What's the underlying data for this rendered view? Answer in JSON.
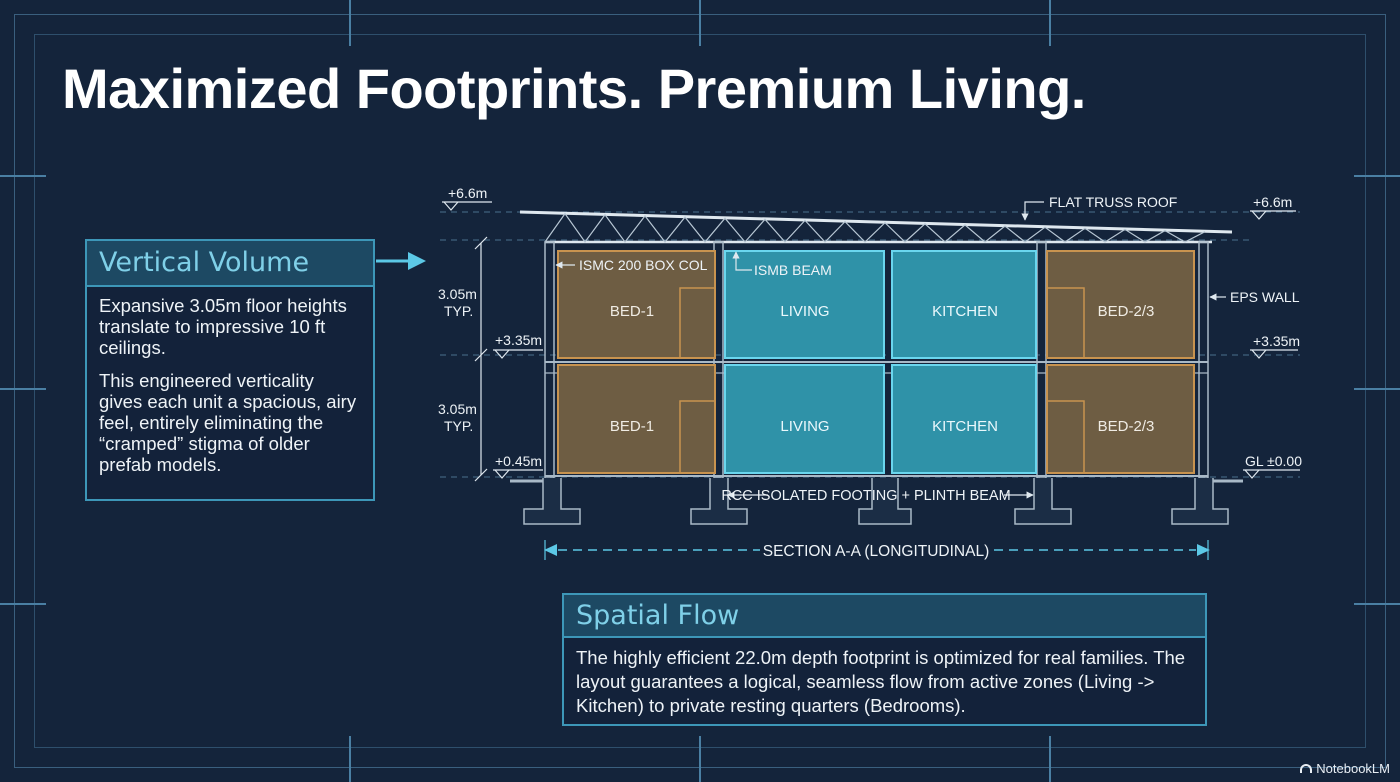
{
  "title": "Maximized Footprints. Premium Living.",
  "vertical_card": {
    "heading": "Vertical Volume",
    "para1": "Expansive 3.05m floor heights translate to impressive 10 ft ceilings.",
    "para2": "This engineered verticality gives each unit a spacious, airy feel, entirely eliminating the “cramped” stigma of older prefab models."
  },
  "spatial_card": {
    "heading": "Spatial Flow",
    "body": "The highly efficient 22.0m depth footprint is optimized for real families. The layout guarantees a logical, seamless flow from active zones (Living -> Kitchen) to private resting quarters (Bedrooms)."
  },
  "drawing": {
    "levels": {
      "top_left": "+6.6m",
      "top_right": "+6.6m",
      "mid_left": "+3.35m",
      "mid_right": "+3.35m",
      "plinth": "+0.45m",
      "ground": "GL ±0.00"
    },
    "floor_height": {
      "value": "3.05m",
      "note": "TYP."
    },
    "callouts": {
      "roof": "FLAT TRUSS ROOF",
      "column": "ISMC 200 BOX COL",
      "beam": "ISMB BEAM",
      "wall": "EPS WALL",
      "footing": "RCC ISOLATED FOOTING + PLINTH BEAM",
      "section": "SECTION A-A (LONGITUDINAL)"
    },
    "rooms_upper": [
      "BED-1",
      "LIVING",
      "KITCHEN",
      "BED-2/3"
    ],
    "rooms_lower": [
      "BED-1",
      "LIVING",
      "KITCHEN",
      "BED-2/3"
    ]
  },
  "colors": {
    "background": "#14243b",
    "accent": "#5cc8e6",
    "bedroom_fill": "#6e5d43",
    "bedroom_stroke": "#c8934f",
    "living_fill": "#2f92a8",
    "living_stroke": "#6ad6ee"
  },
  "brand": "NotebookLM"
}
